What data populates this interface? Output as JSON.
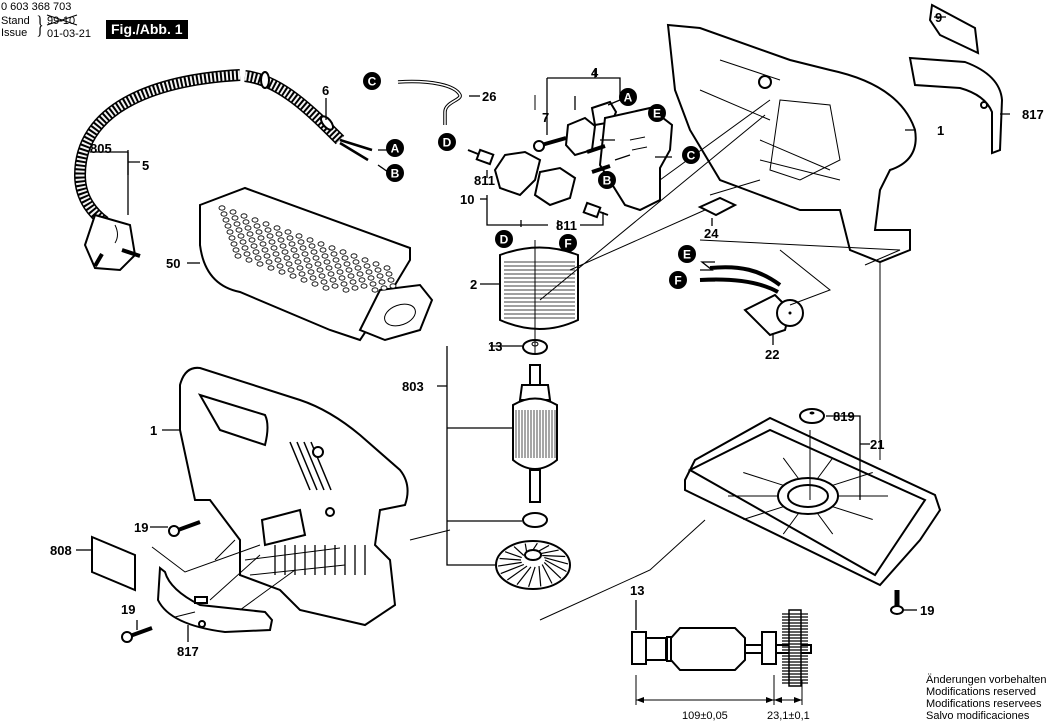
{
  "header": {
    "document_number": "0 603 368 703",
    "stand_label": "Stand",
    "issue_label": "Issue",
    "old_revision": "99-10",
    "new_revision": "01-03-21",
    "figure_label": "Fig./Abb. 1"
  },
  "footer": {
    "modifications": [
      "Änderungen vorbehalten",
      "Modifications reserved",
      "Modifications reservees",
      "Salvo modificaciones"
    ]
  },
  "dimensions": {
    "armature_length": "109±0,05",
    "fan_offset": "23,1±0,1"
  },
  "part_labels": {
    "p805": "805",
    "p5": "5",
    "p6": "6",
    "p50": "50",
    "p26": "26",
    "p4": "4",
    "p7": "7",
    "p811a": "811",
    "p811b": "811",
    "p10": "10",
    "p9": "9",
    "p817a": "817",
    "p1a": "1",
    "p24": "24",
    "p2": "2",
    "p22": "22",
    "p13a": "13",
    "p803": "803",
    "p819": "819",
    "p21": "21",
    "p1b": "1",
    "p19a": "19",
    "p808": "808",
    "p19b": "19",
    "p817b": "817",
    "p19c": "19",
    "p13b": "13"
  },
  "connectors": {
    "A": "A",
    "B": "B",
    "C": "C",
    "D": "D",
    "E": "E",
    "F": "F"
  }
}
